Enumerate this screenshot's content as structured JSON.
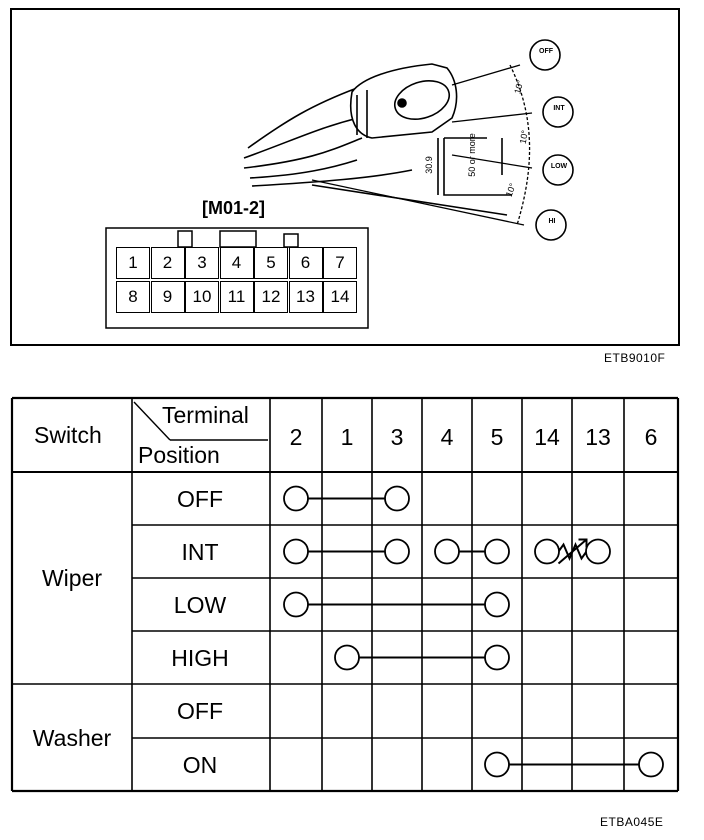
{
  "diagram": {
    "connector_label": "[M01-2]",
    "connector_pins_row1": [
      "1",
      "2",
      "3",
      "4",
      "5",
      "6",
      "7"
    ],
    "connector_pins_row2": [
      "8",
      "9",
      "10",
      "11",
      "12",
      "13",
      "14"
    ],
    "positions": [
      "OFF",
      "INT",
      "LOW",
      "HI"
    ],
    "angle_labels": [
      "10°",
      "10°",
      "10°"
    ],
    "dimensions": [
      "30.9",
      "50 or more"
    ],
    "figure_code": "ETB9010F"
  },
  "table": {
    "header": {
      "switch": "Switch",
      "terminal": "Terminal",
      "position": "Position",
      "terminals": [
        "2",
        "1",
        "3",
        "4",
        "5",
        "14",
        "13",
        "6"
      ]
    },
    "groups": [
      {
        "switch": "Wiper",
        "rows": [
          {
            "position": "OFF"
          },
          {
            "position": "INT"
          },
          {
            "position": "LOW"
          },
          {
            "position": "HIGH"
          }
        ]
      },
      {
        "switch": "Washer",
        "rows": [
          {
            "position": "OFF"
          },
          {
            "position": "ON"
          }
        ]
      }
    ],
    "connections": [
      {
        "row": 0,
        "pairs": [
          [
            0,
            2
          ]
        ]
      },
      {
        "row": 1,
        "pairs": [
          [
            0,
            2
          ],
          [
            3,
            4
          ]
        ],
        "resistor": [
          5,
          6
        ]
      },
      {
        "row": 2,
        "pairs": [
          [
            0,
            4
          ]
        ]
      },
      {
        "row": 3,
        "pairs": [
          [
            1,
            4
          ]
        ]
      },
      {
        "row": 5,
        "pairs": [
          [
            4,
            7
          ]
        ]
      }
    ],
    "figure_code": "ETBA045E"
  }
}
